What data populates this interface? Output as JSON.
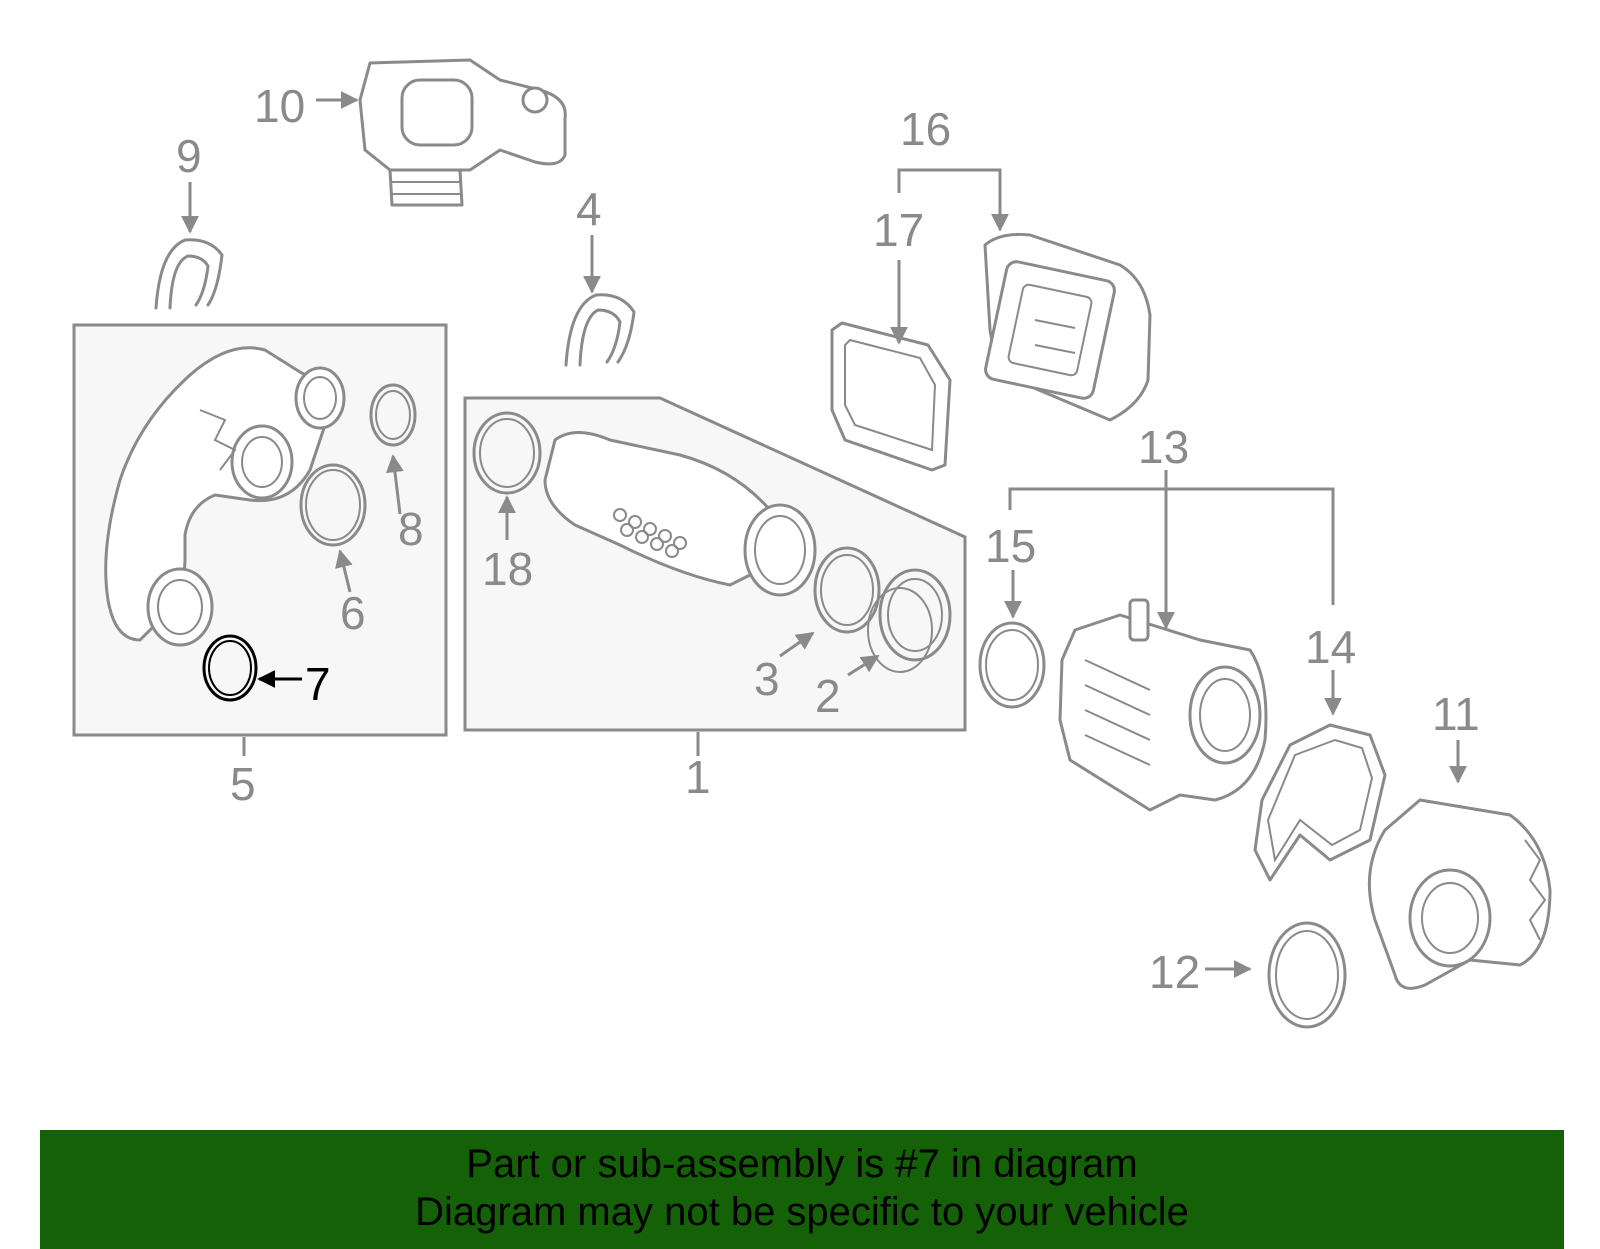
{
  "callouts": {
    "c1": "1",
    "c2": "2",
    "c3": "3",
    "c4": "4",
    "c5": "5",
    "c6": "6",
    "c7": "7",
    "c8": "8",
    "c9": "9",
    "c10": "10",
    "c11": "11",
    "c12": "12",
    "c13": "13",
    "c14": "14",
    "c15": "15",
    "c16": "16",
    "c17": "17",
    "c18": "18"
  },
  "highlight": {
    "part_number": "7",
    "color": "#000000"
  },
  "colors": {
    "line": "#8a8a8a",
    "panel": "#f7f7f7",
    "banner": "#156108"
  },
  "banner": {
    "line1": "Part or sub-assembly is #7 in diagram",
    "line2": "Diagram may not be specific to your vehicle"
  }
}
